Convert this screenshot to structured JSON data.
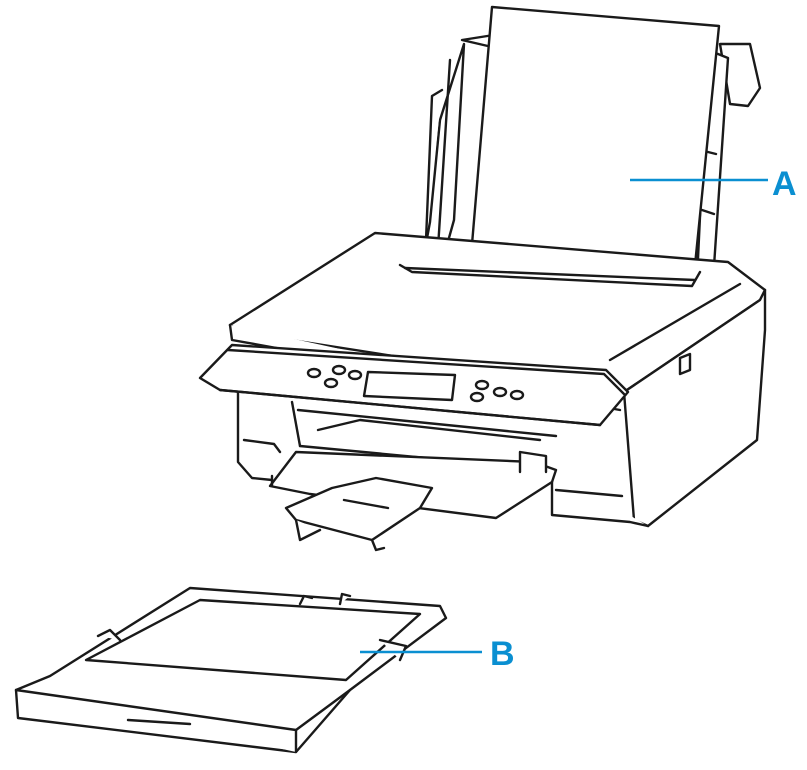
{
  "figure": {
    "subject": "printer-with-rear-tray-and-cassette",
    "callouts": [
      {
        "id": "rear-tray",
        "label": "A"
      },
      {
        "id": "cassette",
        "label": "B"
      }
    ],
    "colors": {
      "line": "#1a1a1a",
      "fill": "#ffffff",
      "callout": "#0a8fd1"
    }
  }
}
